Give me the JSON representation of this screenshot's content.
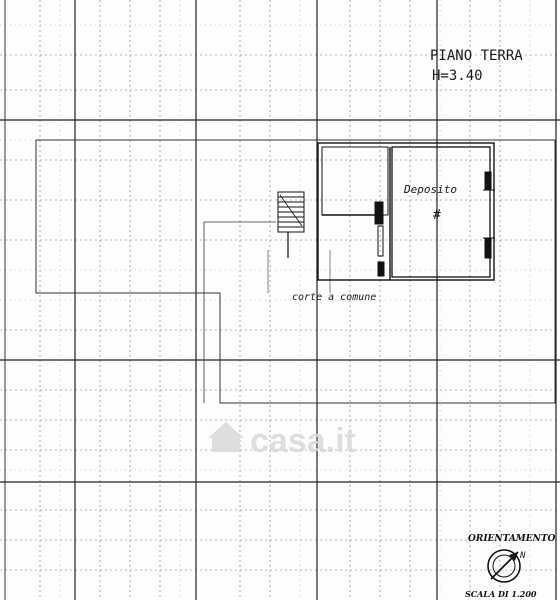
{
  "plan": {
    "title_line1": "PIANO TERRA",
    "title_line2": "H=3.40",
    "room_label": "Deposito",
    "room_mark": "#",
    "courtyard_label": "corte a comune"
  },
  "orientation": {
    "label": "ORIENTAMENTO",
    "north_letter": "N"
  },
  "scale": {
    "label": "SCALA DI 1.200"
  },
  "watermark": {
    "text": "casa.it"
  }
}
